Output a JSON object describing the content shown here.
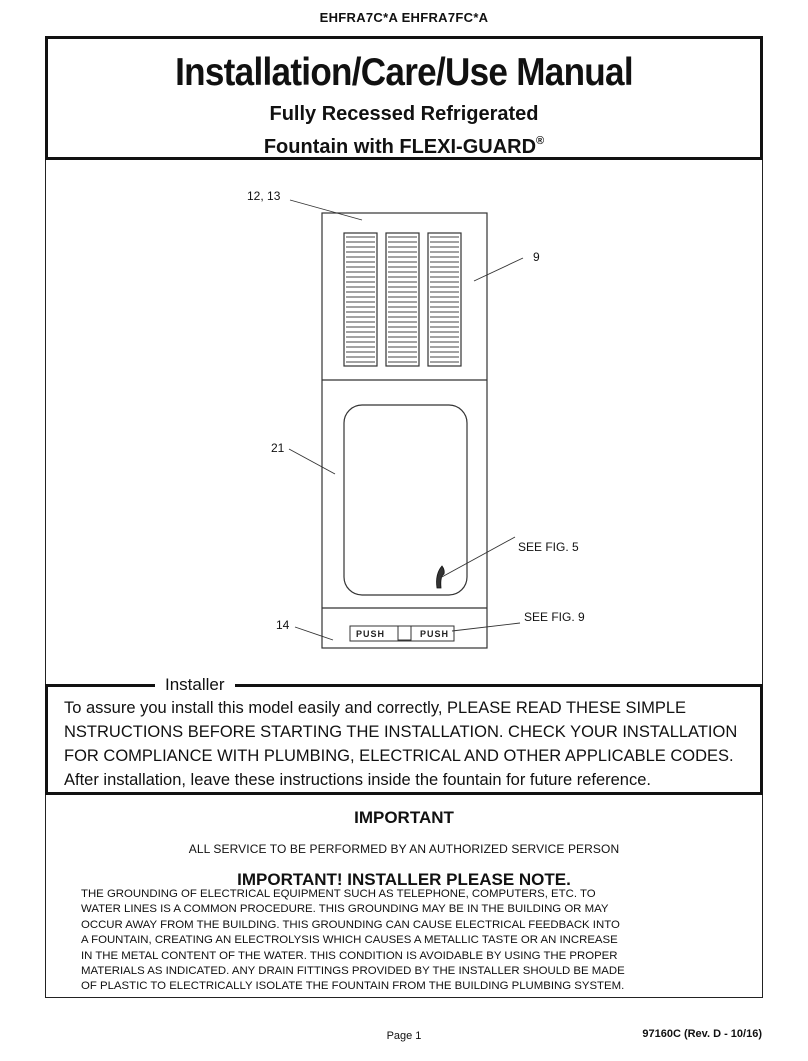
{
  "header": {
    "model_numbers": "EHFRA7C*A  EHFRA7FC*A"
  },
  "title": {
    "main": "Installation/Care/Use Manual",
    "sub_line1": "Fully Recessed Refrigerated",
    "sub_line2": "Fountain with FLEXI-GUARD",
    "trademark": "®"
  },
  "figure": {
    "callouts": {
      "c1": "12, 13",
      "c2": "9",
      "c3": "21",
      "c4": "SEE FIG. 5",
      "c5": "14",
      "c6": "SEE FIG. 9"
    },
    "push_left": "PUSH",
    "push_right": "PUSH"
  },
  "installer": {
    "label": "Installer",
    "lines": [
      "To assure you install this model easily and correctly, PLEASE READ THESE SIMPLE",
      "NSTRUCTIONS BEFORE STARTING THE INSTALLATION. CHECK YOUR INSTALLATION",
      "FOR COMPLIANCE WITH PLUMBING, ELECTRICAL AND OTHER APPLICABLE CODES.",
      "After installation, leave these instructions inside the fountain for future reference."
    ]
  },
  "important": {
    "heading": "IMPORTANT",
    "service_note": "ALL SERVICE TO BE PERFORMED BY AN AUTHORIZED SERVICE PERSON",
    "heading2": "IMPORTANT! INSTALLER PLEASE NOTE.",
    "lines": [
      "THE GROUNDING OF ELECTRICAL EQUIPMENT SUCH AS TELEPHONE, COMPUTERS, ETC. TO",
      "WATER LINES IS A COMMON PROCEDURE. THIS GROUNDING MAY BE IN THE BUILDING OR MAY",
      "OCCUR AWAY FROM THE BUILDING. THIS GROUNDING CAN CAUSE ELECTRICAL FEEDBACK INTO",
      "A FOUNTAIN, CREATING AN ELECTROLYSIS WHICH CAUSES A METALLIC TASTE OR AN INCREASE",
      "IN THE METAL CONTENT OF THE WATER. THIS CONDITION IS AVOIDABLE BY USING THE PROPER",
      "MATERIALS AS INDICATED. ANY DRAIN FITTINGS PROVIDED BY THE INSTALLER SHOULD BE MADE",
      "OF PLASTIC TO ELECTRICALLY ISOLATE THE FOUNTAIN FROM THE BUILDING PLUMBING SYSTEM."
    ]
  },
  "footer": {
    "page": "Page 1",
    "doc_number": "97160C (Rev. D - 10/16)"
  }
}
